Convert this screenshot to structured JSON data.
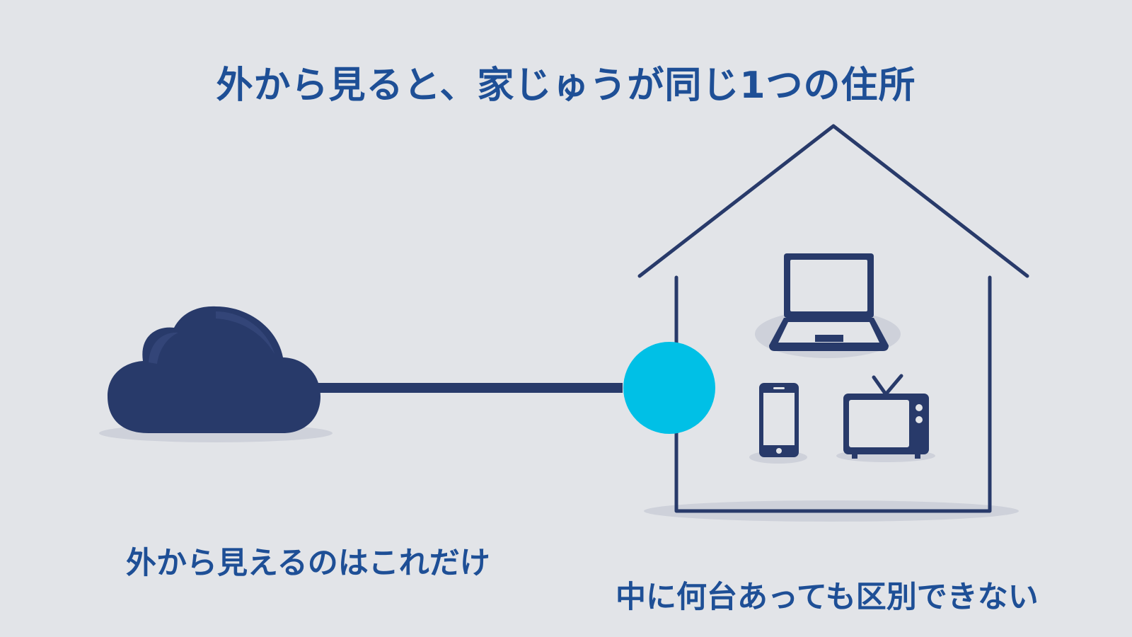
{
  "title": "外から見ると、家じゅうが同じ1つの住所",
  "captions": {
    "outside": "外から見えるのはこれだけ",
    "inside": "中に何台あっても区別できない"
  },
  "icons": {
    "internet": "cloud-icon",
    "router": "router-dot-icon",
    "devices": [
      "laptop-icon",
      "smartphone-icon",
      "tv-icon"
    ],
    "home": "house-outline-icon"
  },
  "colors": {
    "background": "#e2e4e8",
    "text": "#1e4f96",
    "icon": "#283a6a",
    "accent": "#00c0e6",
    "shadow": "#ced1da"
  }
}
